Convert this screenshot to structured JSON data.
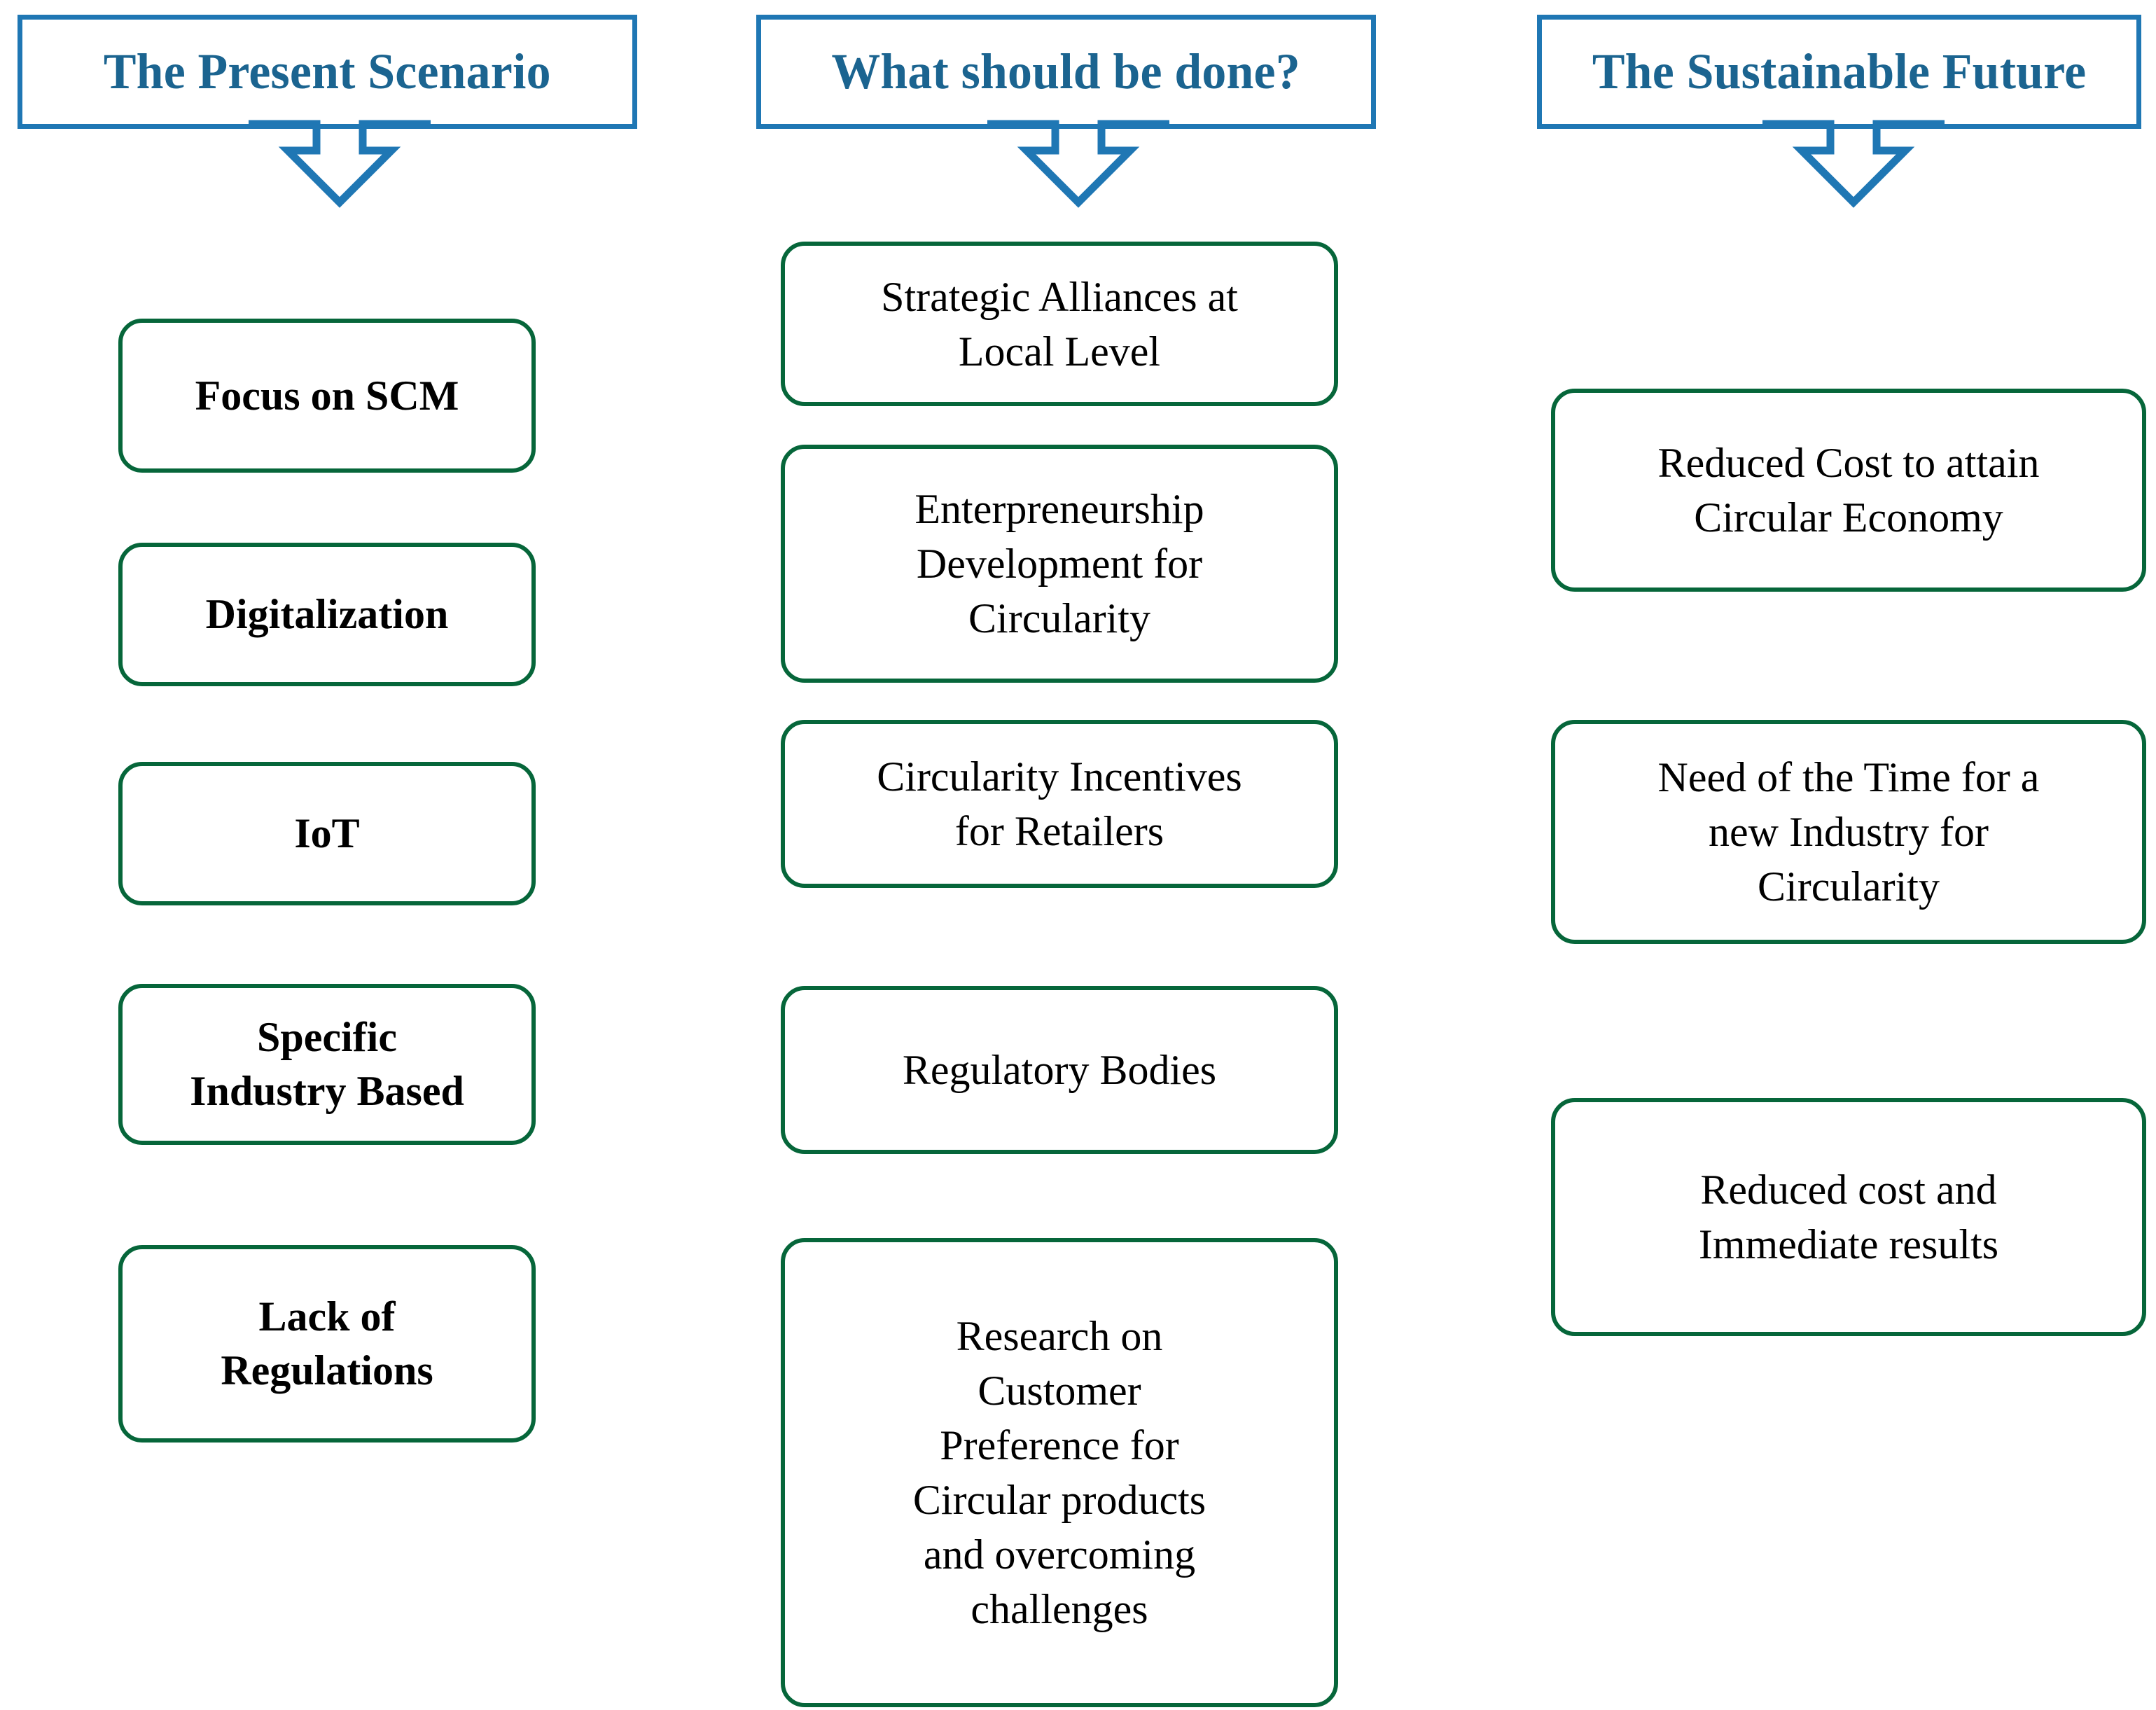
{
  "diagram": {
    "type": "three-column-flow",
    "palette": {
      "header_border": "#1f77b4",
      "header_text": "#1b6490",
      "box_border": "#06663a",
      "box_text": "#000000",
      "background": "#ffffff"
    },
    "columns": [
      {
        "id": "present-scenario",
        "header": {
          "label": "The Present Scenario",
          "arrow_icon": "down-arrow-icon"
        },
        "items": [
          {
            "label": "Focus on SCM"
          },
          {
            "label": "Digitalization"
          },
          {
            "label": "IoT"
          },
          {
            "label": "Specific\nIndustry Based"
          },
          {
            "label": "Lack of\nRegulations"
          }
        ]
      },
      {
        "id": "what-should-be-done",
        "header": {
          "label": "What should be done?",
          "arrow_icon": "down-arrow-icon"
        },
        "items": [
          {
            "label": "Strategic Alliances at\nLocal Level"
          },
          {
            "label": "Enterpreneurship\nDevelopment for\nCircularity"
          },
          {
            "label": "Circularity Incentives\nfor Retailers"
          },
          {
            "label": "Regulatory Bodies"
          },
          {
            "label": "Research on\nCustomer\nPreference for\nCircular products\nand overcoming\nchallenges"
          }
        ]
      },
      {
        "id": "sustainable-future",
        "header": {
          "label": "The Sustainable Future",
          "arrow_icon": "down-arrow-icon"
        },
        "items": [
          {
            "label": "Reduced Cost to attain\nCircular Economy"
          },
          {
            "label": "Need of the Time for a\nnew Industry for\nCircularity"
          },
          {
            "label": "Reduced cost and\nImmediate results"
          }
        ]
      }
    ]
  }
}
